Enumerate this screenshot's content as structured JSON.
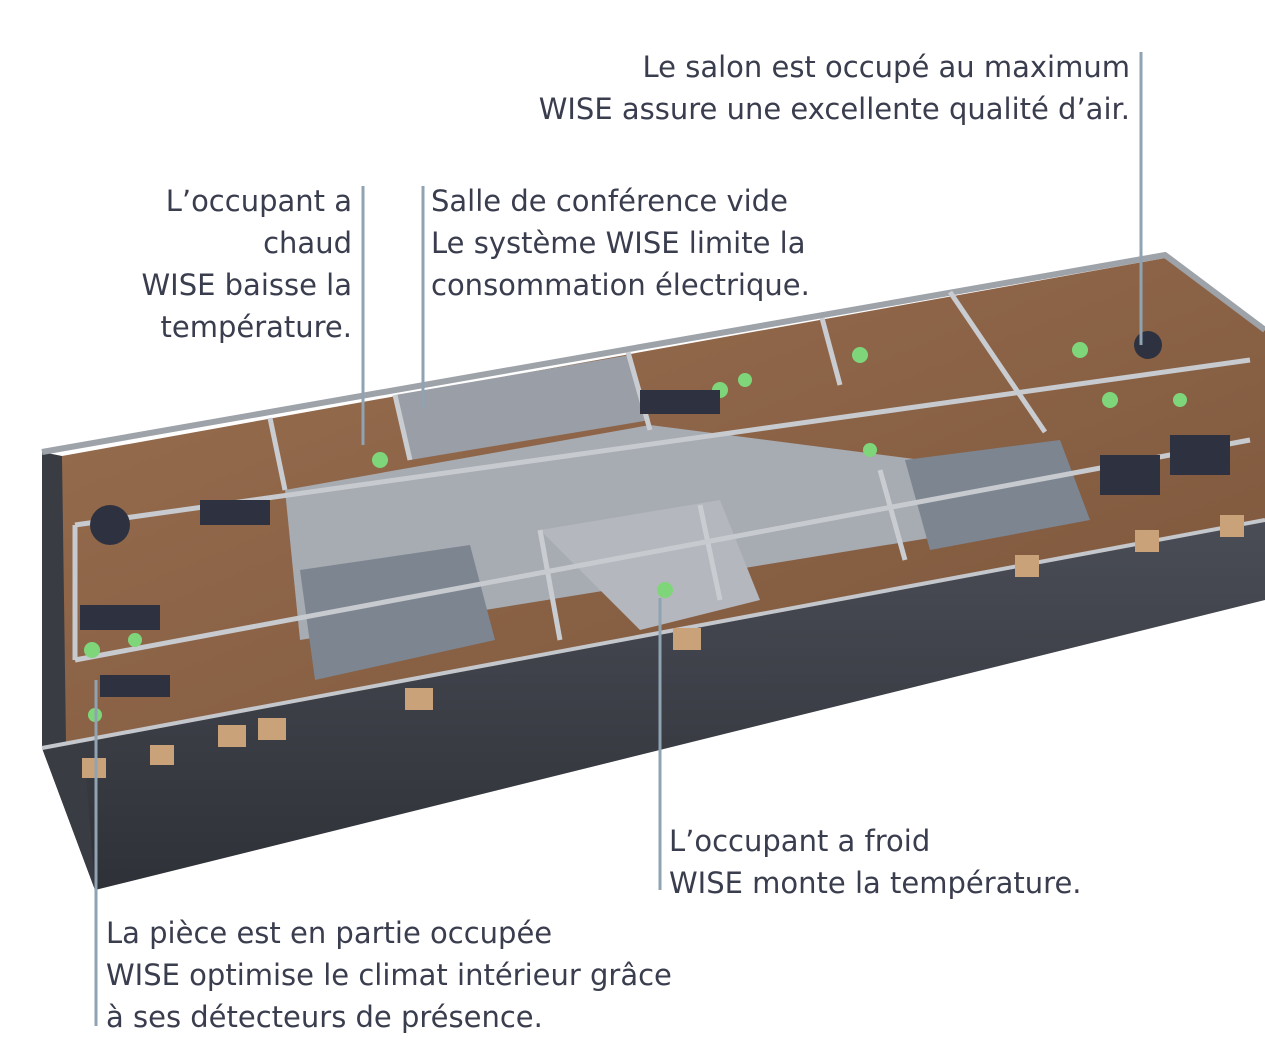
{
  "callouts": {
    "salon": {
      "lines": [
        "Le salon est occupé au maximum",
        "WISE assure une excellente qualité d’air."
      ]
    },
    "chaud": {
      "lines": [
        "L’occupant a",
        "chaud",
        "WISE baisse la",
        "température."
      ]
    },
    "conference": {
      "lines": [
        "Salle de conférence vide",
        "Le système WISE limite la",
        "consommation électrique."
      ]
    },
    "froid": {
      "lines": [
        "L’occupant a froid",
        "WISE monte la température."
      ]
    },
    "partie": {
      "lines": [
        "La pièce est en partie occupée",
        "WISE optimise le climat intérieur grâce",
        "à ses détecteurs de présence."
      ]
    }
  },
  "colors": {
    "text": "#3a3d4e",
    "leader": "#8fa3b3",
    "facade": "#3b3e46",
    "floor": "#8a6245",
    "wall": "#b9bcc2",
    "occupant": "#7fd67a"
  }
}
